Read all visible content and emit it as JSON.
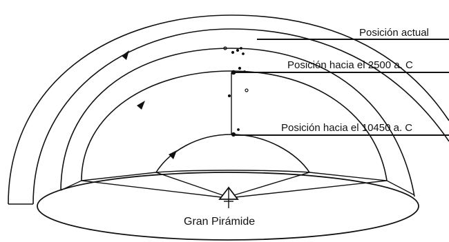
{
  "diagram": {
    "labels": {
      "current_position": "Posición actual",
      "position_2500": "Posición hacia el 2500 a. C",
      "position_10450": "Posición hacia el 10450 a. C",
      "great_pyramid": "Gran Pirámide"
    },
    "colors": {
      "ink": "#111111",
      "background": "#ffffff"
    }
  }
}
